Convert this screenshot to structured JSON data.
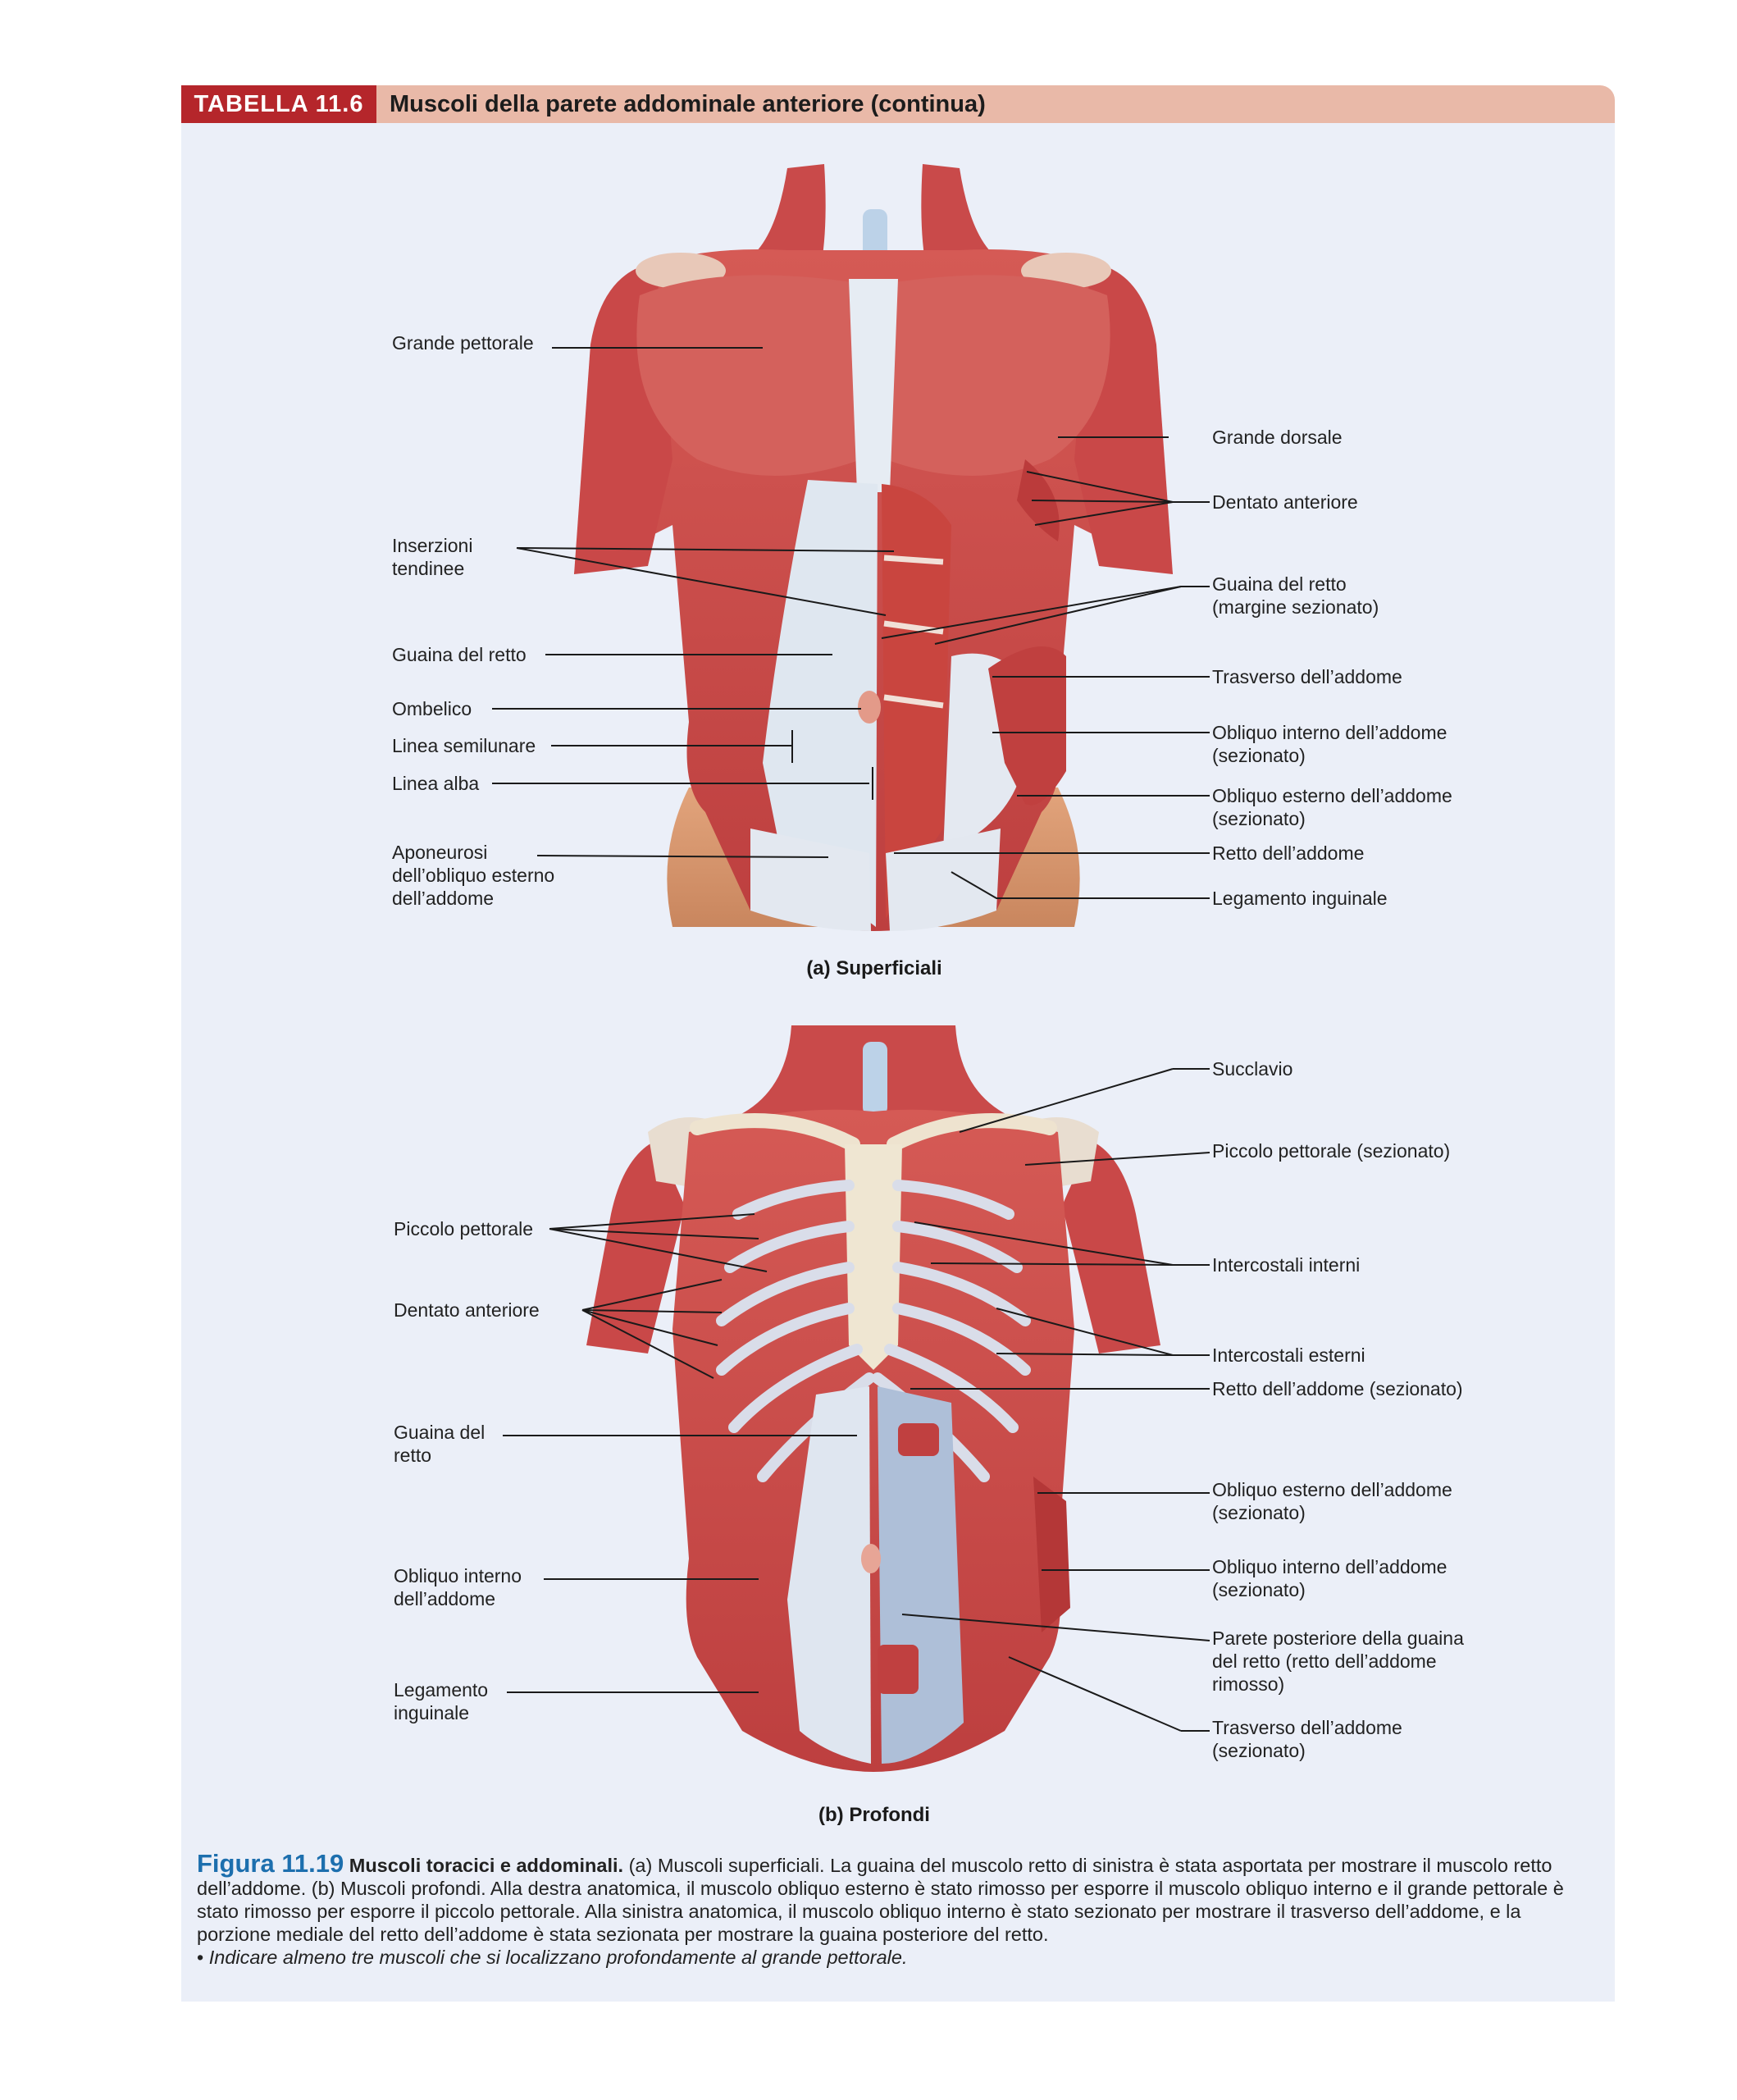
{
  "header": {
    "tag": "TABELLA 11.6",
    "title": "Muscoli della parete addominale anteriore (continua)"
  },
  "figure_a": {
    "subtitle": "(a) Superficiali",
    "labels": {
      "grande_pettorale": "Grande pettorale",
      "grande_dorsale": "Grande dorsale",
      "dentato_anteriore": "Dentato anteriore",
      "inserzioni_1": "Inserzioni",
      "inserzioni_2": "tendinee",
      "guaina_retto_sez_1": "Guaina del retto",
      "guaina_retto_sez_2": "(margine sezionato)",
      "guaina_retto": "Guaina del retto",
      "trasverso": "Trasverso dell’addome",
      "ombelico": "Ombelico",
      "obliquo_interno_1": "Obliquo interno dell’addome",
      "obliquo_interno_2": "(sezionato)",
      "linea_semilunare": "Linea semilunare",
      "linea_alba": "Linea alba",
      "obliquo_esterno_1": "Obliquo esterno dell’addome",
      "obliquo_esterno_2": "(sezionato)",
      "aponeurosi_1": "Aponeurosi",
      "aponeurosi_2": "dell’obliquo esterno",
      "aponeurosi_3": "dell’addome",
      "retto": "Retto dell’addome",
      "legamento": "Legamento inguinale"
    }
  },
  "figure_b": {
    "subtitle": "(b) Profondi",
    "labels": {
      "succlavio": "Succlavio",
      "piccolo_pett_sez": "Piccolo pettorale (sezionato)",
      "piccolo_pett": "Piccolo pettorale",
      "intercostali_interni": "Intercostali interni",
      "dentato_anteriore": "Dentato anteriore",
      "intercostali_esterni": "Intercostali esterni",
      "retto_sez": "Retto dell’addome (sezionato)",
      "guaina_1": "Guaina del",
      "guaina_2": "retto",
      "obl_est_1": "Obliquo esterno dell’addome",
      "obl_est_2": "(sezionato)",
      "obl_int_dx_1": "Obliquo interno dell’addome",
      "obl_int_dx_2": "(sezionato)",
      "obl_int_sx_1": "Obliquo interno",
      "obl_int_sx_2": "dell’addome",
      "parete_1": "Parete posteriore della guaina",
      "parete_2": "del retto (retto dell’addome",
      "parete_3": "rimosso)",
      "legamento_1": "Legamento",
      "legamento_2": "inguinale",
      "trasverso_1": "Trasverso dell’addome",
      "trasverso_2": "(sezionato)"
    }
  },
  "caption": {
    "number": "Figura 11.19",
    "title": "Muscoli toracici e addominali.",
    "text": "(a) Muscoli superficiali. La guaina del muscolo retto di sinistra è stata asportata per mostrare il muscolo retto dell’addome. (b) Muscoli profondi. Alla destra anatomica, il muscolo obliquo esterno è stato rimosso per esporre il muscolo obliquo interno e il grande pettorale è stato rimosso per esporre il piccolo pettorale. Alla sinistra anatomica, il muscolo obliquo interno è stato sezionato per mostrare il trasverso dell’addome, e la porzione mediale del retto dell’addome è stata sezionata per mostrare la guaina posteriore del retto.",
    "bullet": "•",
    "question": "Indicare almeno tre muscoli che si localizzano profondamente al grande pettorale."
  },
  "colors": {
    "tag": "#b5262b",
    "title_bar": "#e9b9a8",
    "panel": "#ebeff8",
    "muscle": "#cf4f4d",
    "figure_number": "#1d6fae"
  }
}
